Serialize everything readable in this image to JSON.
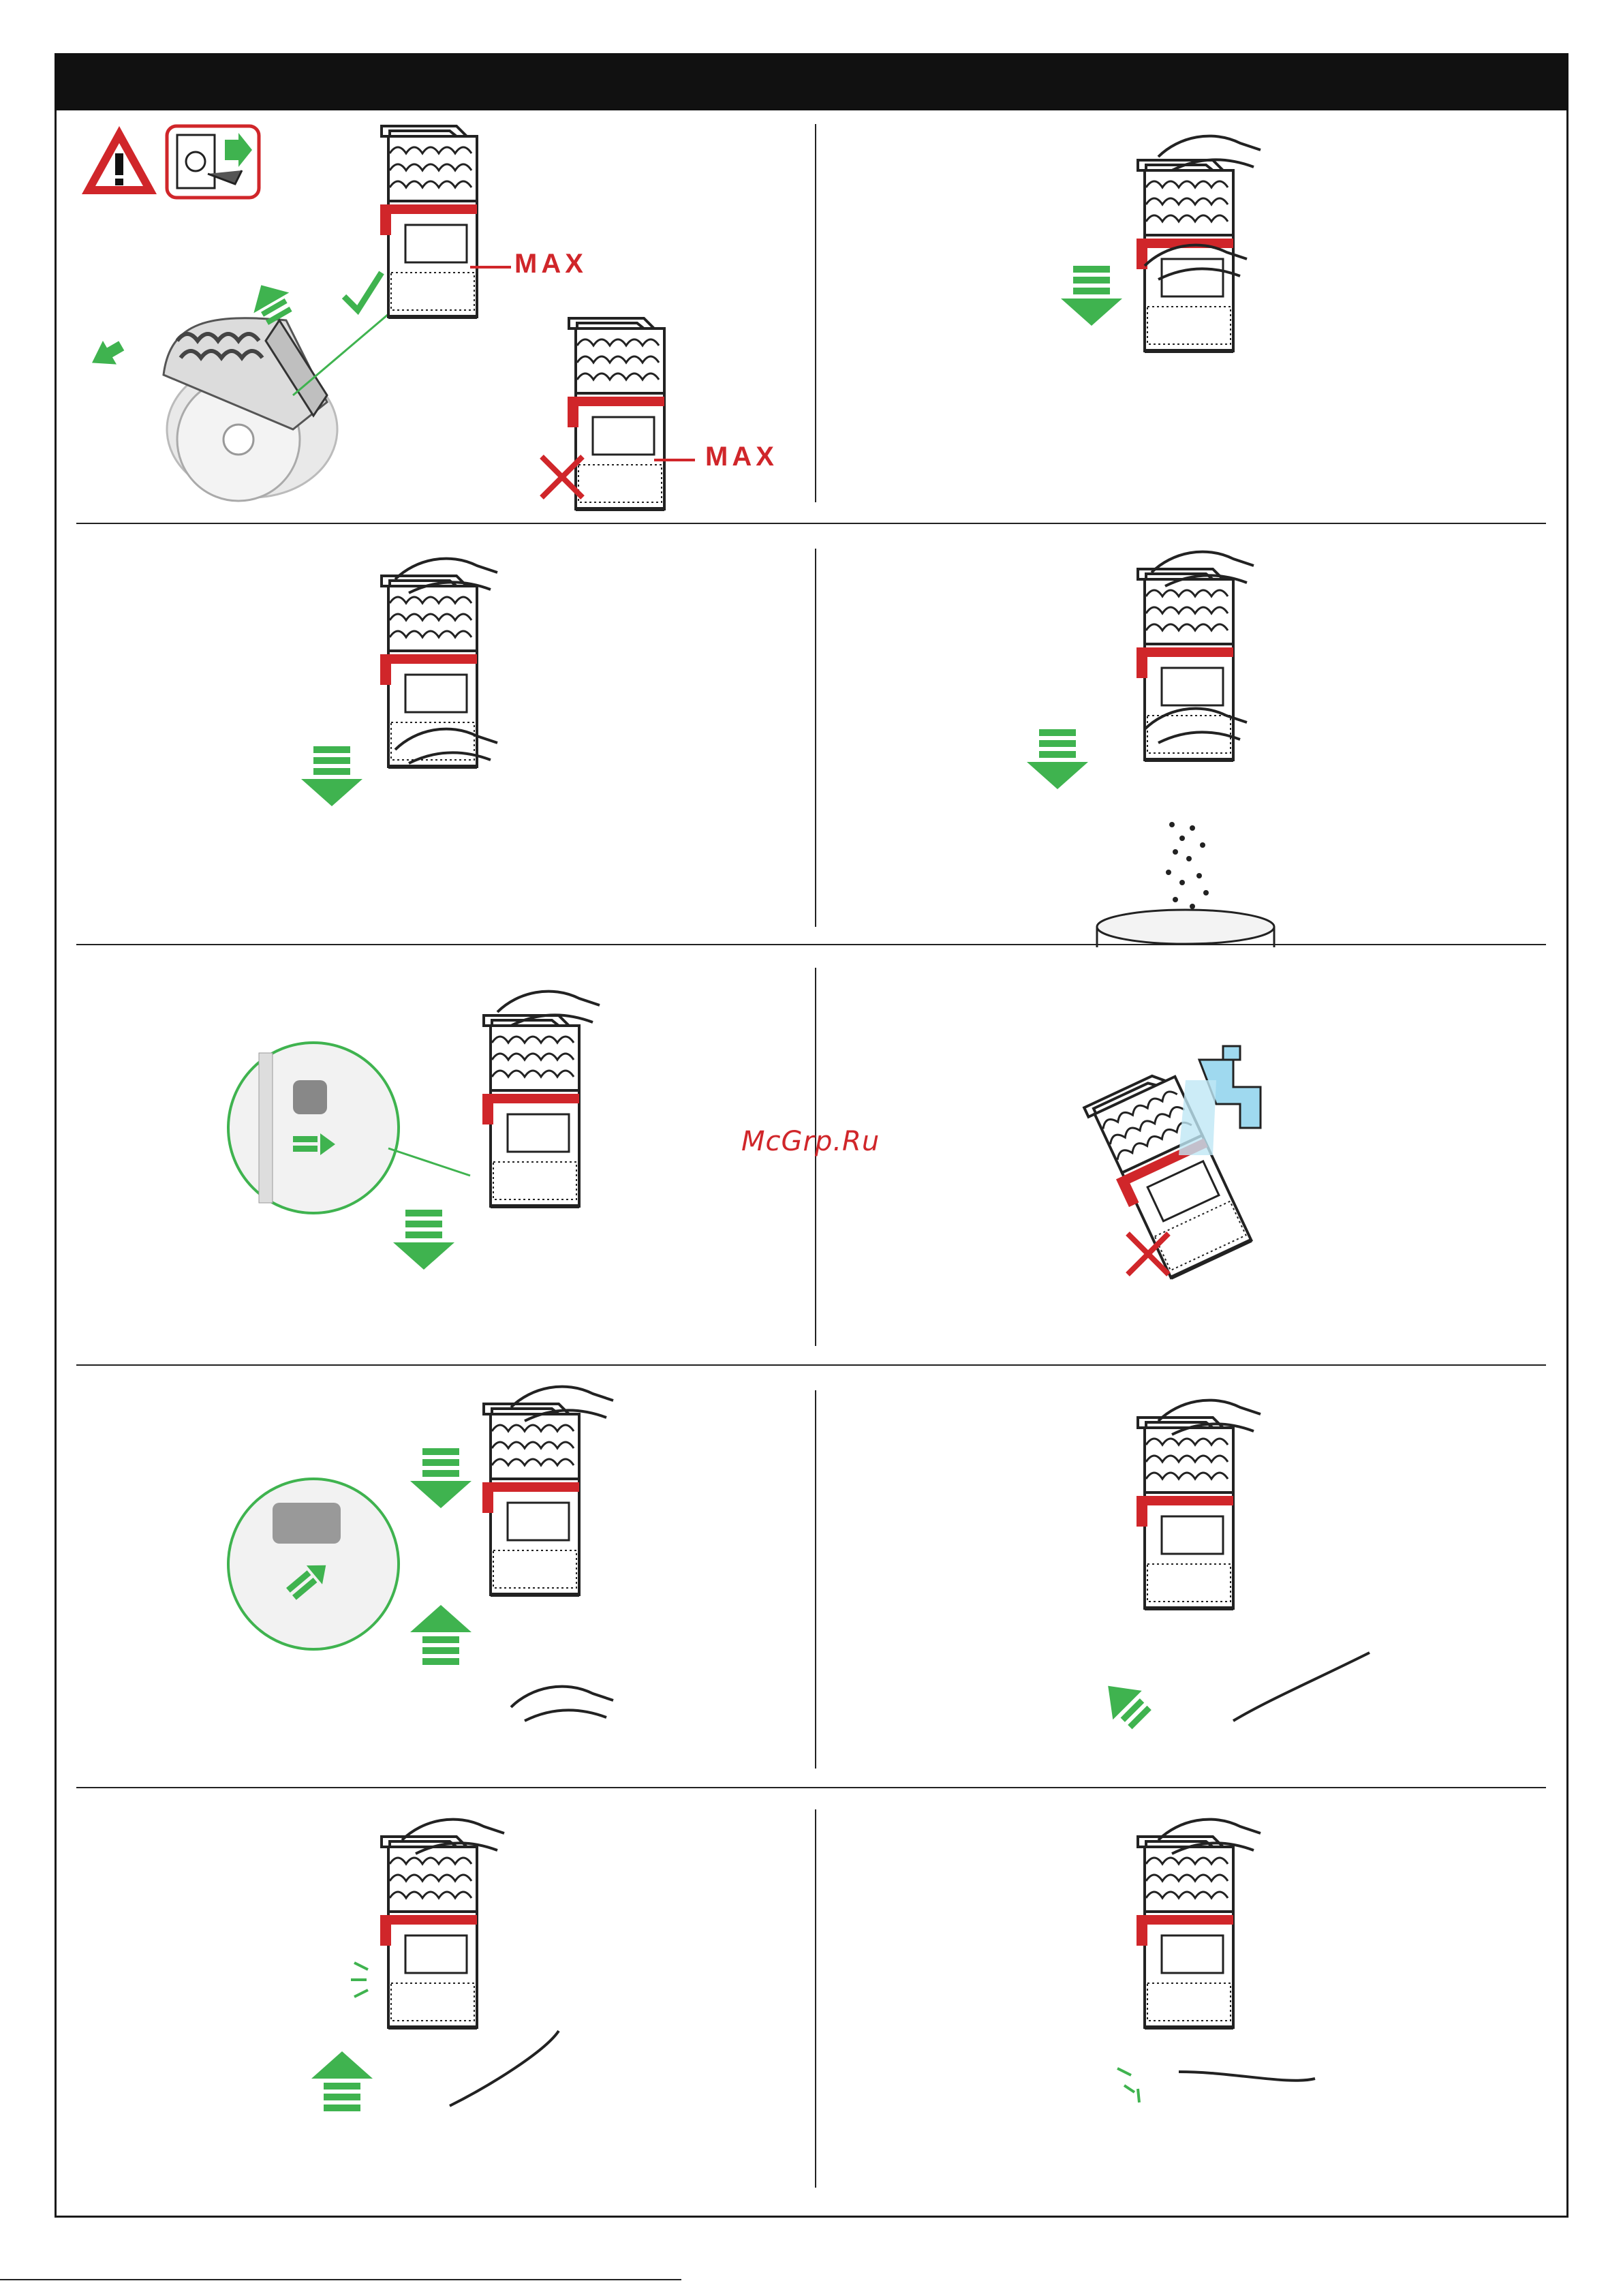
{
  "watermark": "McGrp.Ru",
  "labels": {
    "max_ok": "MAX",
    "max_over": "MAX"
  },
  "colors": {
    "accent_red": "#d0262a",
    "arrow_green": "#3fb34f",
    "outline": "#222222",
    "water_blue": "#9fd9ef"
  },
  "icons": {
    "warning": "warning-triangle-icon",
    "unplug": "unplug-icon",
    "check": "check-icon",
    "cross": "cross-icon",
    "arrow": "green-arrow-icon",
    "tap": "water-tap-icon"
  }
}
